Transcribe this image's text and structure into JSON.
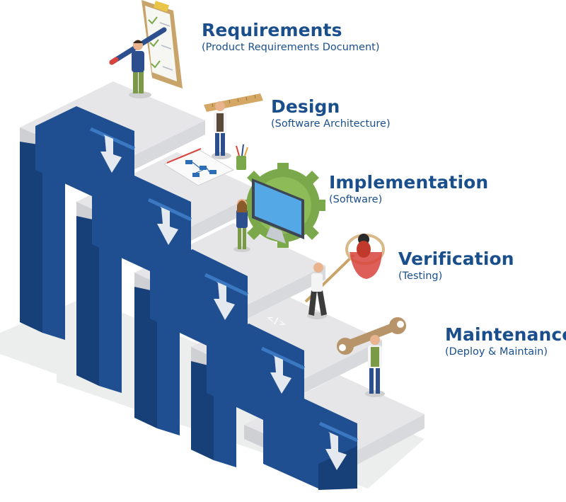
{
  "phases": [
    {
      "title": "Requirements",
      "subtitle": "(Product Requirements Document)"
    },
    {
      "title": "Design",
      "subtitle": "(Software Architecture)"
    },
    {
      "title": "Implementation",
      "subtitle": "(Software)"
    },
    {
      "title": "Verification",
      "subtitle": "(Testing)"
    },
    {
      "title": "Maintenance",
      "subtitle": "(Deploy & Maintain)"
    }
  ],
  "colors": {
    "text": "#1a4f8c",
    "flow": "#1f4f91",
    "flow_dark": "#173f78",
    "flow_stripe": "#3a78c2",
    "platform_top": "#e6e6e8",
    "platform_side": "#cfd0d3",
    "shadow": "#e9eaec"
  },
  "icons": [
    "clipboard-icon",
    "pencil-icon",
    "ruler-icon",
    "flowchart-notepad-icon",
    "pencil-cup-icon",
    "monitor-code-icon",
    "gear-icon",
    "bug-net-icon",
    "wrench-icon",
    "down-arrow-icon"
  ]
}
